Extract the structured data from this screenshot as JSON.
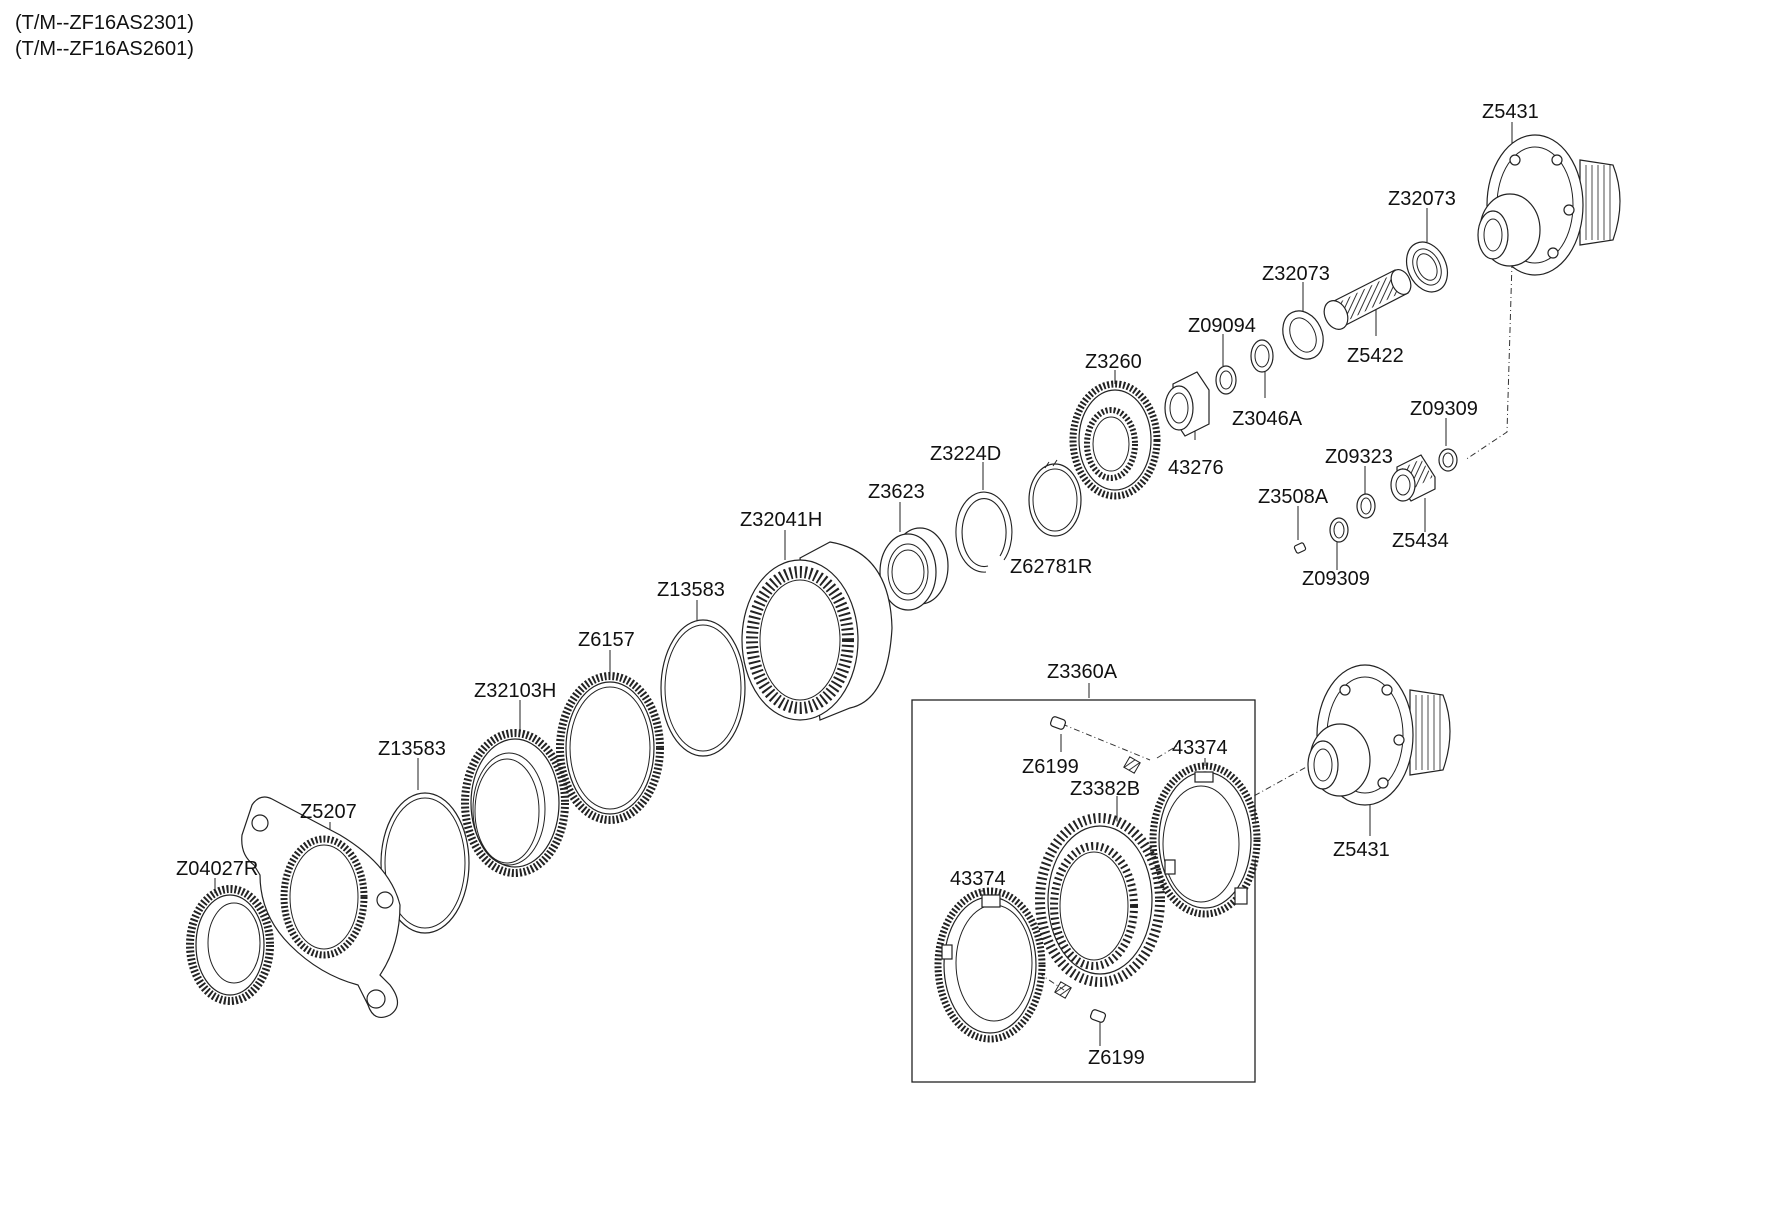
{
  "header": {
    "line1": "(T/M--ZF16AS2301)",
    "line2": "(T/M--ZF16AS2601)"
  },
  "labels": {
    "z5431_top": "Z5431",
    "z32073_a": "Z32073",
    "z32073_b": "Z32073",
    "z09094": "Z09094",
    "z5422": "Z5422",
    "z3260": "Z3260",
    "z3046a": "Z3046A",
    "z09309_a": "Z09309",
    "z43276": "43276",
    "z09323": "Z09323",
    "z3224d": "Z3224D",
    "z3623": "Z3623",
    "z3508a": "Z3508A",
    "z62781r": "Z62781R",
    "z5434": "Z5434",
    "z32041h": "Z32041H",
    "z09309_b": "Z09309",
    "z13583_a": "Z13583",
    "z6157": "Z6157",
    "z3360a": "Z3360A",
    "z32103h": "Z32103H",
    "z13583_b": "Z13583",
    "z6199_a": "Z6199",
    "z43374_a": "43374",
    "z3382b": "Z3382B",
    "z5207": "Z5207",
    "z5431_bot": "Z5431",
    "z04027r": "Z04027R",
    "z43374_b": "43374",
    "z6199_b": "Z6199"
  }
}
